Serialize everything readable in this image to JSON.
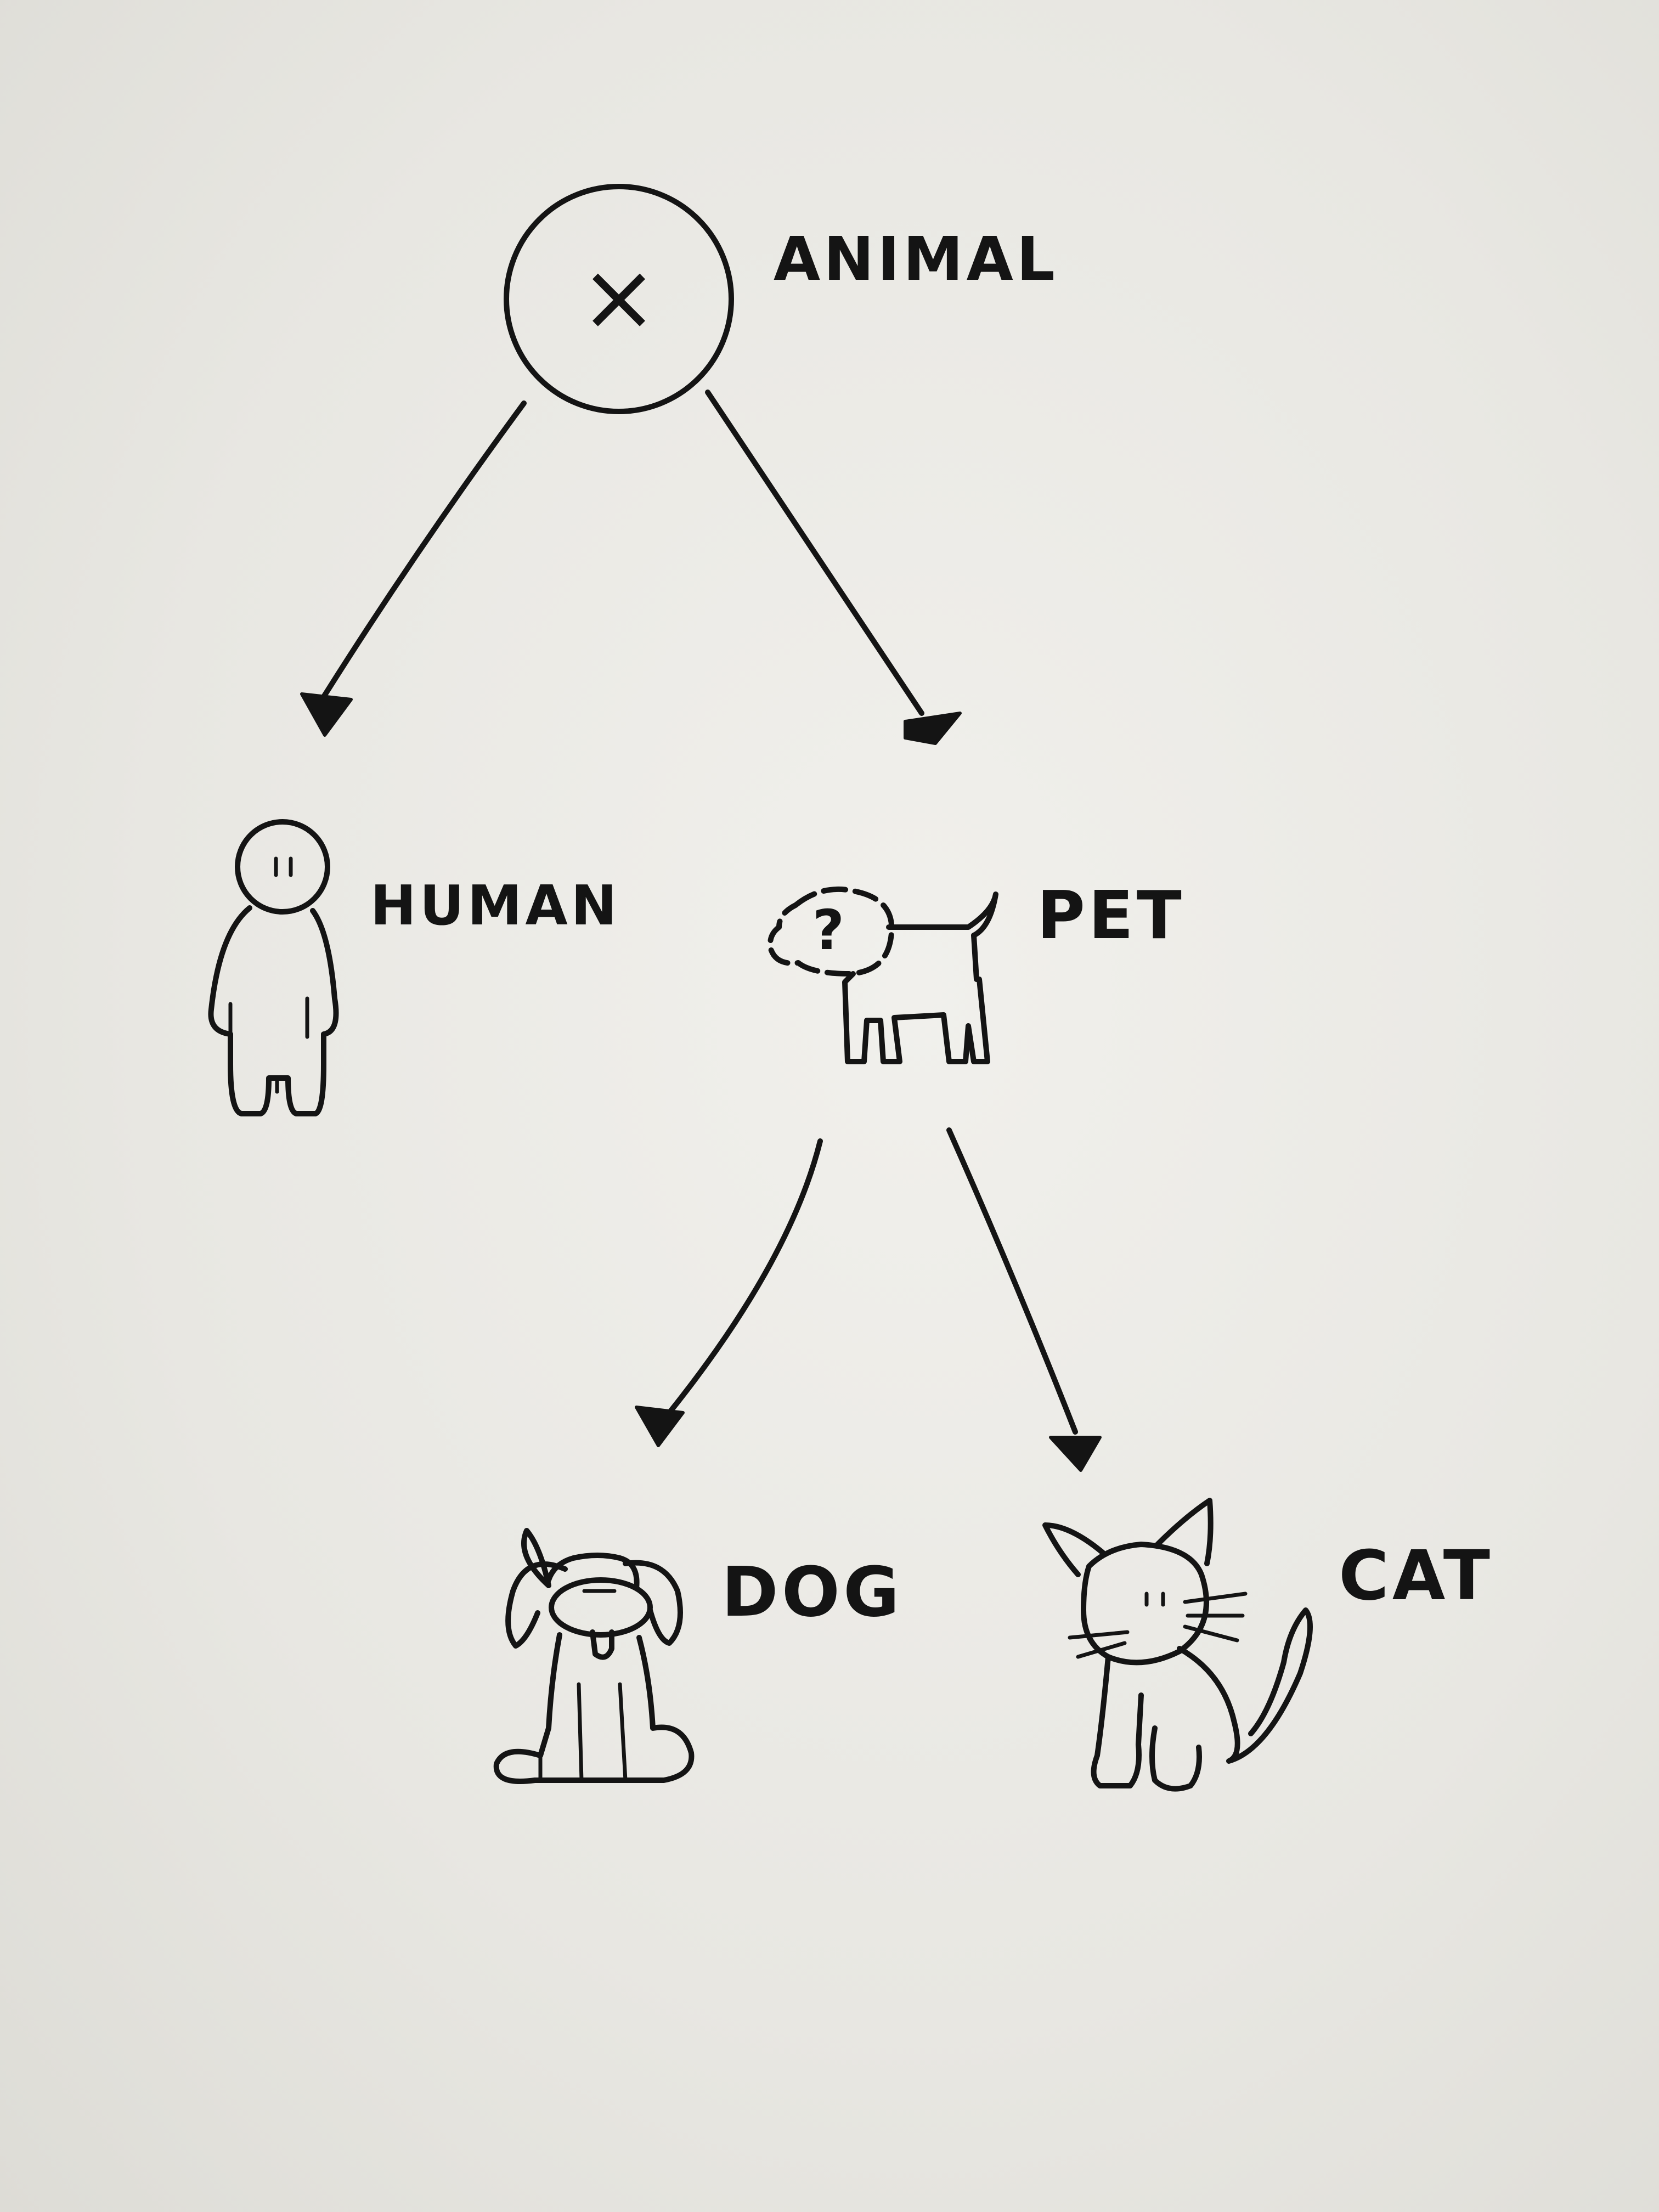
{
  "nodes": {
    "animal": {
      "label": "ANIMAL",
      "symbol": "×"
    },
    "human": {
      "label": "HUMAN"
    },
    "pet": {
      "label": "PET",
      "symbol": "?"
    },
    "dog": {
      "label": "DOG"
    },
    "cat": {
      "label": "CAT"
    }
  },
  "edges": [
    {
      "from": "ANIMAL",
      "to": "HUMAN"
    },
    {
      "from": "ANIMAL",
      "to": "PET"
    },
    {
      "from": "PET",
      "to": "DOG"
    },
    {
      "from": "PET",
      "to": "CAT"
    }
  ],
  "colors": {
    "ink": "#141414",
    "paper": "#eceae5"
  }
}
